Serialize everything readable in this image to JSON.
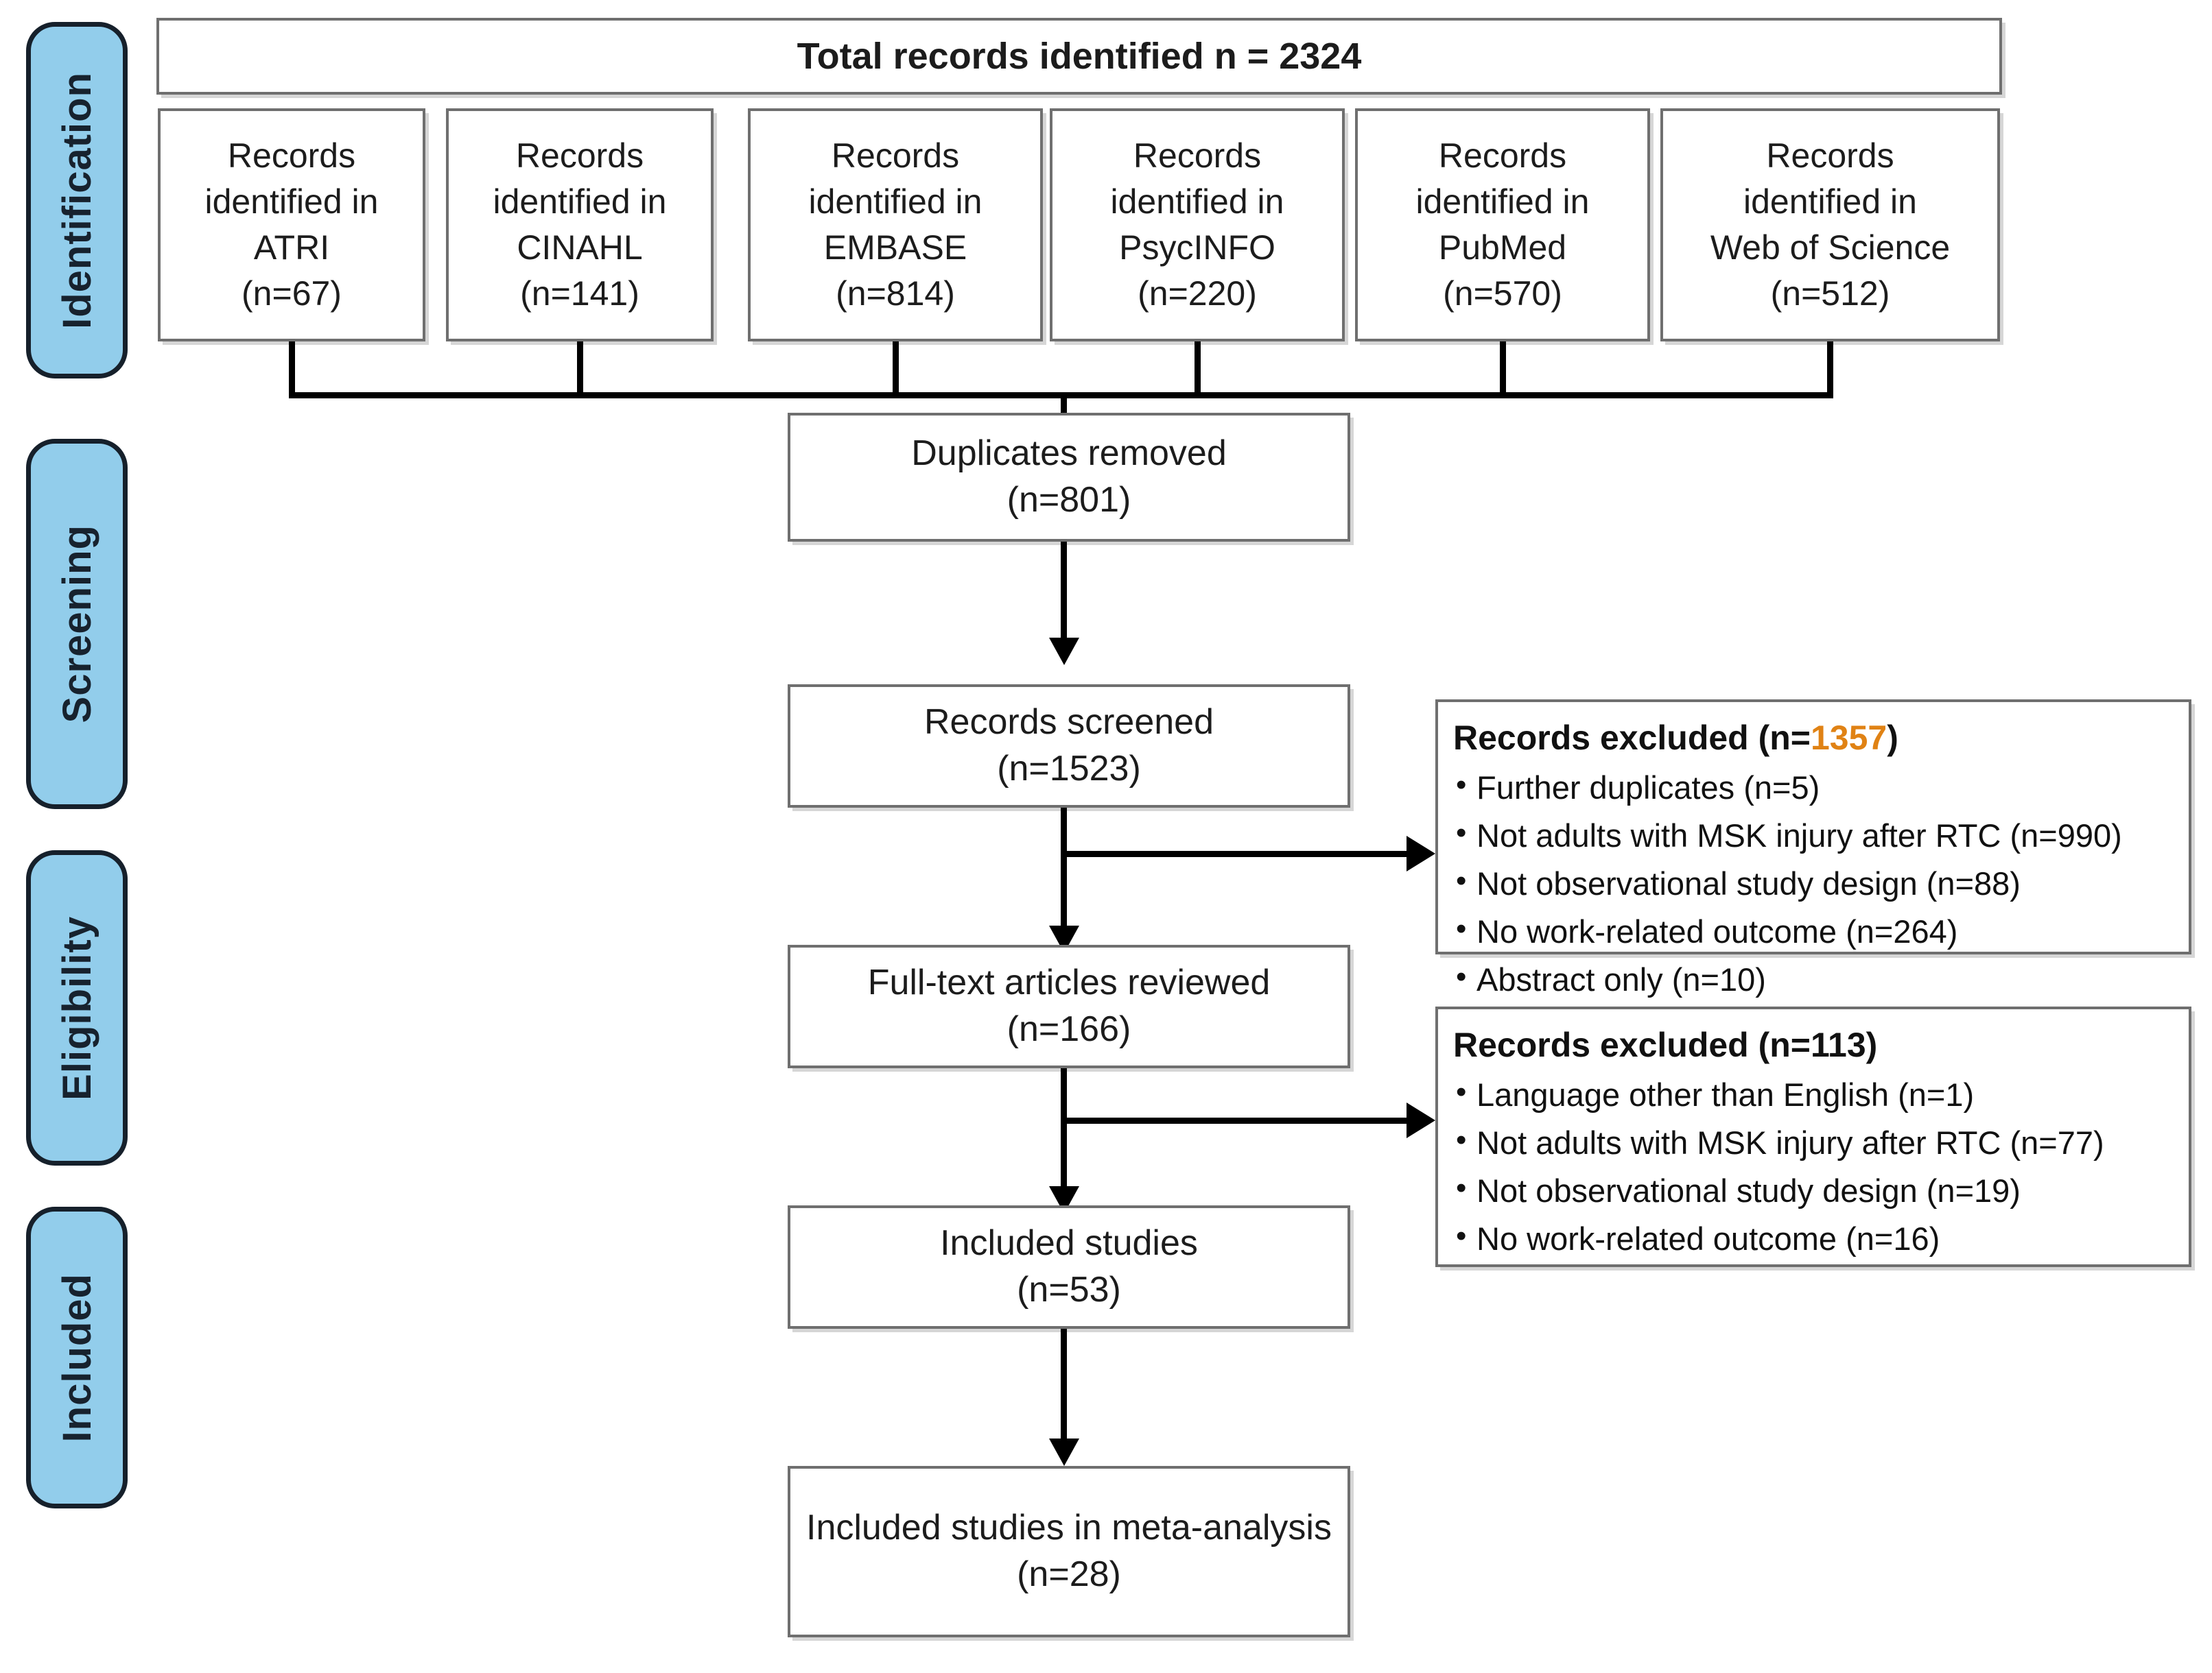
{
  "stages": [
    {
      "label": "Identification"
    },
    {
      "label": "Screening"
    },
    {
      "label": "Eligibility"
    },
    {
      "label": "Included"
    }
  ],
  "header": {
    "title": "Total records identified n = 2324"
  },
  "sources": [
    {
      "line1": "Records",
      "line2": "identified in",
      "database": "ATRI",
      "count": "(n=67)"
    },
    {
      "line1": "Records",
      "line2": "identified in",
      "database": "CINAHL",
      "count": "(n=141)"
    },
    {
      "line1": "Records",
      "line2": "identified in",
      "database": "EMBASE",
      "count": "(n=814)"
    },
    {
      "line1": "Records",
      "line2": "identified in",
      "database": "PsycINFO",
      "count": "(n=220)"
    },
    {
      "line1": "Records",
      "line2": "identified in",
      "database": "PubMed",
      "count": "(n=570)"
    },
    {
      "line1": "Records",
      "line2": "identified in",
      "database": "Web of Science",
      "count": "(n=512)"
    }
  ],
  "flow": {
    "duplicates": {
      "label": "Duplicates removed",
      "count": "(n=801)"
    },
    "screened": {
      "label": "Records screened",
      "count": "(n=1523)"
    },
    "fulltext": {
      "label": "Full-text articles reviewed",
      "count": "(n=166)"
    },
    "included": {
      "label": "Included studies",
      "count": "(n=53)"
    },
    "meta": {
      "label": "Included studies in meta-analysis",
      "count": "(n=28)"
    }
  },
  "exclusions": [
    {
      "title_prefix": "Records excluded (n=",
      "title_value": "1357",
      "title_suffix": ")",
      "highlight_color": "#E08214",
      "reasons": [
        "Further duplicates (n=5)",
        "Not adults with MSK injury after RTC (n=990)",
        "Not observational study design (n=88)",
        "No work-related outcome (n=264)",
        "Abstract only (n=10)"
      ]
    },
    {
      "title_prefix": "Records excluded (n=",
      "title_value": "113",
      "title_suffix": ")",
      "highlight_color": "#111111",
      "reasons": [
        "Language other than English (n=1)",
        "Not adults with MSK injury after RTC (n=77)",
        "Not observational study design (n=19)",
        "No work-related outcome (n=16)"
      ]
    }
  ],
  "colors": {
    "stage_fill": "#92CDEB",
    "stage_border": "#16202b",
    "box_border": "#6f6f6f",
    "connector": "#000000"
  }
}
